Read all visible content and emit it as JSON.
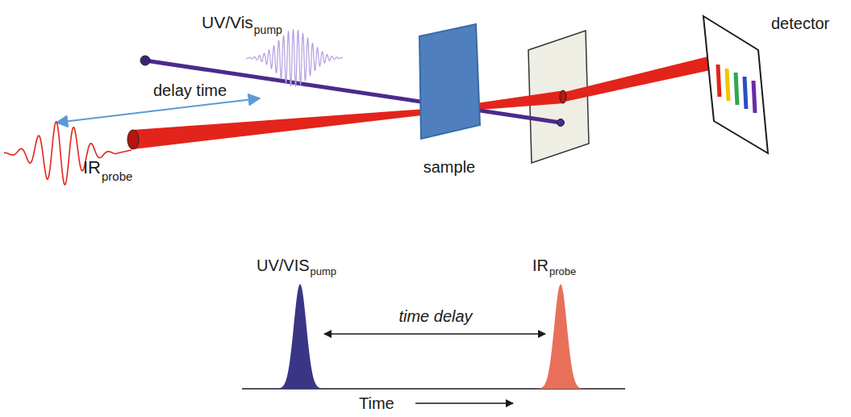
{
  "diagram": {
    "nodes": [
      {
        "text": [
          "sample"
        ]
      },
      {
        "text": [
          "detector"
        ]
      }
    ],
    "labels": [
      "UV/Vis",
      "pump",
      "delay time",
      "IR",
      "probe",
      "UV/VIS",
      "pump",
      "IR",
      "probe",
      "time delay",
      "Time"
    ]
  }
}
